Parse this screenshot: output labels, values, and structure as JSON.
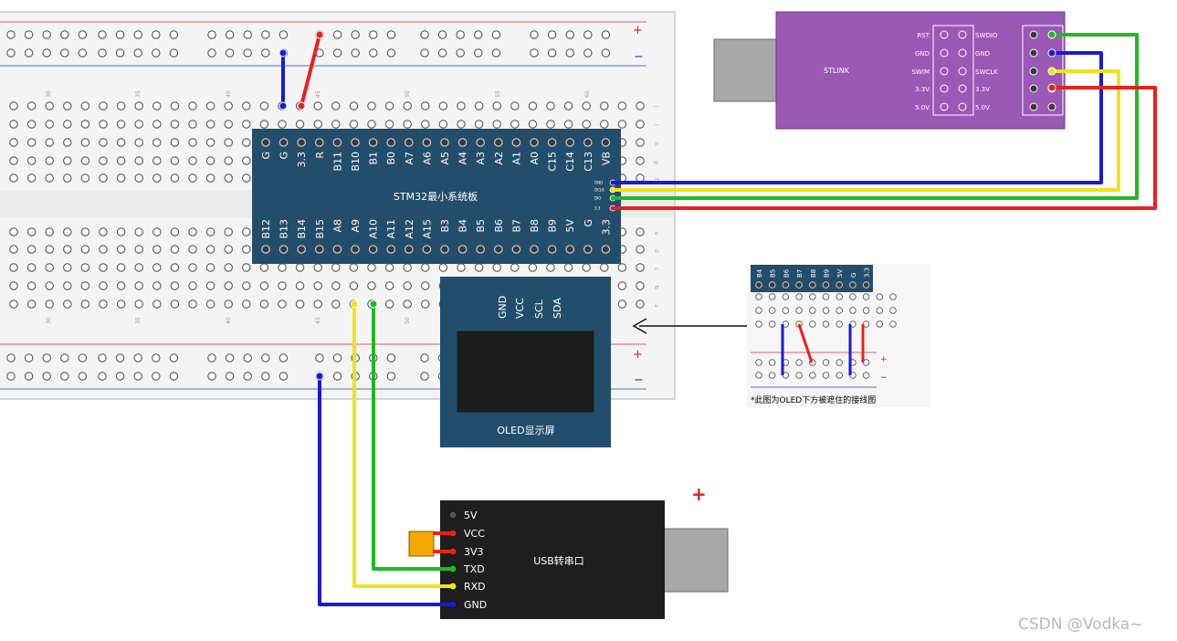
{
  "breadboard": {
    "column_numbers": [
      "30",
      "35",
      "40",
      "45",
      "50",
      "55",
      "60"
    ],
    "row_letters_top": [
      "j",
      "i",
      "h",
      "g",
      "f"
    ],
    "row_letters_bottom": [
      "e",
      "d",
      "c",
      "b",
      "a"
    ],
    "rail_plus": "+",
    "rail_minus": "−"
  },
  "stm32": {
    "title": "STM32最小系统板",
    "top_pins": [
      "G",
      "G",
      "3.3",
      "R",
      "B11",
      "B10",
      "B1",
      "B0",
      "A7",
      "A6",
      "A5",
      "A4",
      "A3",
      "A2",
      "A1",
      "A0",
      "C15",
      "C14",
      "C13",
      "VB"
    ],
    "bottom_pins": [
      "B12",
      "B13",
      "B14",
      "B15",
      "A8",
      "A9",
      "A10",
      "A11",
      "A12",
      "A15",
      "B3",
      "B4",
      "B5",
      "B6",
      "B7",
      "B8",
      "B9",
      "5V",
      "G",
      "3.3"
    ],
    "swd_pins": [
      "GND",
      "DCLK",
      "DIO",
      "3.3"
    ]
  },
  "stlink": {
    "name": "STLINK",
    "left_labels": [
      "RST",
      "GND",
      "SWIM",
      "3.3V",
      "5.0V"
    ],
    "right_labels": [
      "SWDIO",
      "GND",
      "SWCLK",
      "3.3V",
      "5.0V"
    ]
  },
  "oled": {
    "name": "OLED显示屏",
    "pins": [
      "GND",
      "VCC",
      "SCL",
      "SDA"
    ]
  },
  "usb_serial": {
    "name": "USB转串口",
    "pins": [
      "5V",
      "VCC",
      "3V3",
      "TXD",
      "RXD",
      "GND"
    ],
    "plus": "+"
  },
  "inset": {
    "pins": [
      "B4",
      "B5",
      "B6",
      "B7",
      "B8",
      "B9",
      "5V",
      "G",
      "3.3"
    ],
    "caption": "*此图为OLED下方被遮住的接线图",
    "plus": "+",
    "minus": "−"
  },
  "watermark": "CSDN @Vodka~",
  "colors": {
    "wire_blue": "#1a1ad6",
    "wire_red": "#e8211b",
    "wire_yellow": "#f2e11c",
    "wire_green": "#22b823",
    "board_blue": "#234e6b",
    "stlink_purple": "#9b59b6",
    "usb_black": "#1e1e1e",
    "breadboard_bg": "#f4f4f4"
  }
}
